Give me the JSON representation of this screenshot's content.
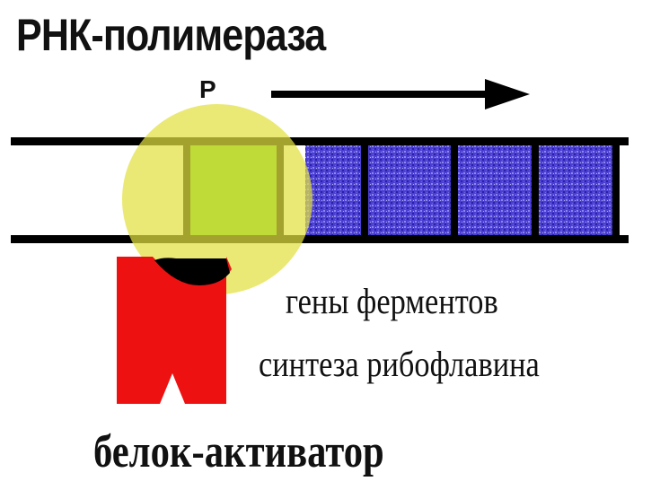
{
  "title": "РНК-полимераза",
  "promoter_label": "P",
  "genes_label_line1": "гены ферментов",
  "genes_label_line2": "синтеза рибофлавина",
  "activator_label": "белок-активатор",
  "colors": {
    "dna_strand": "#000000",
    "gene_blocks": "#4a3fd0",
    "promoter_region": "#66cc22",
    "polymerase": "#e2e040",
    "activator_protein": "#ee1111",
    "contact_site": "#000000"
  }
}
